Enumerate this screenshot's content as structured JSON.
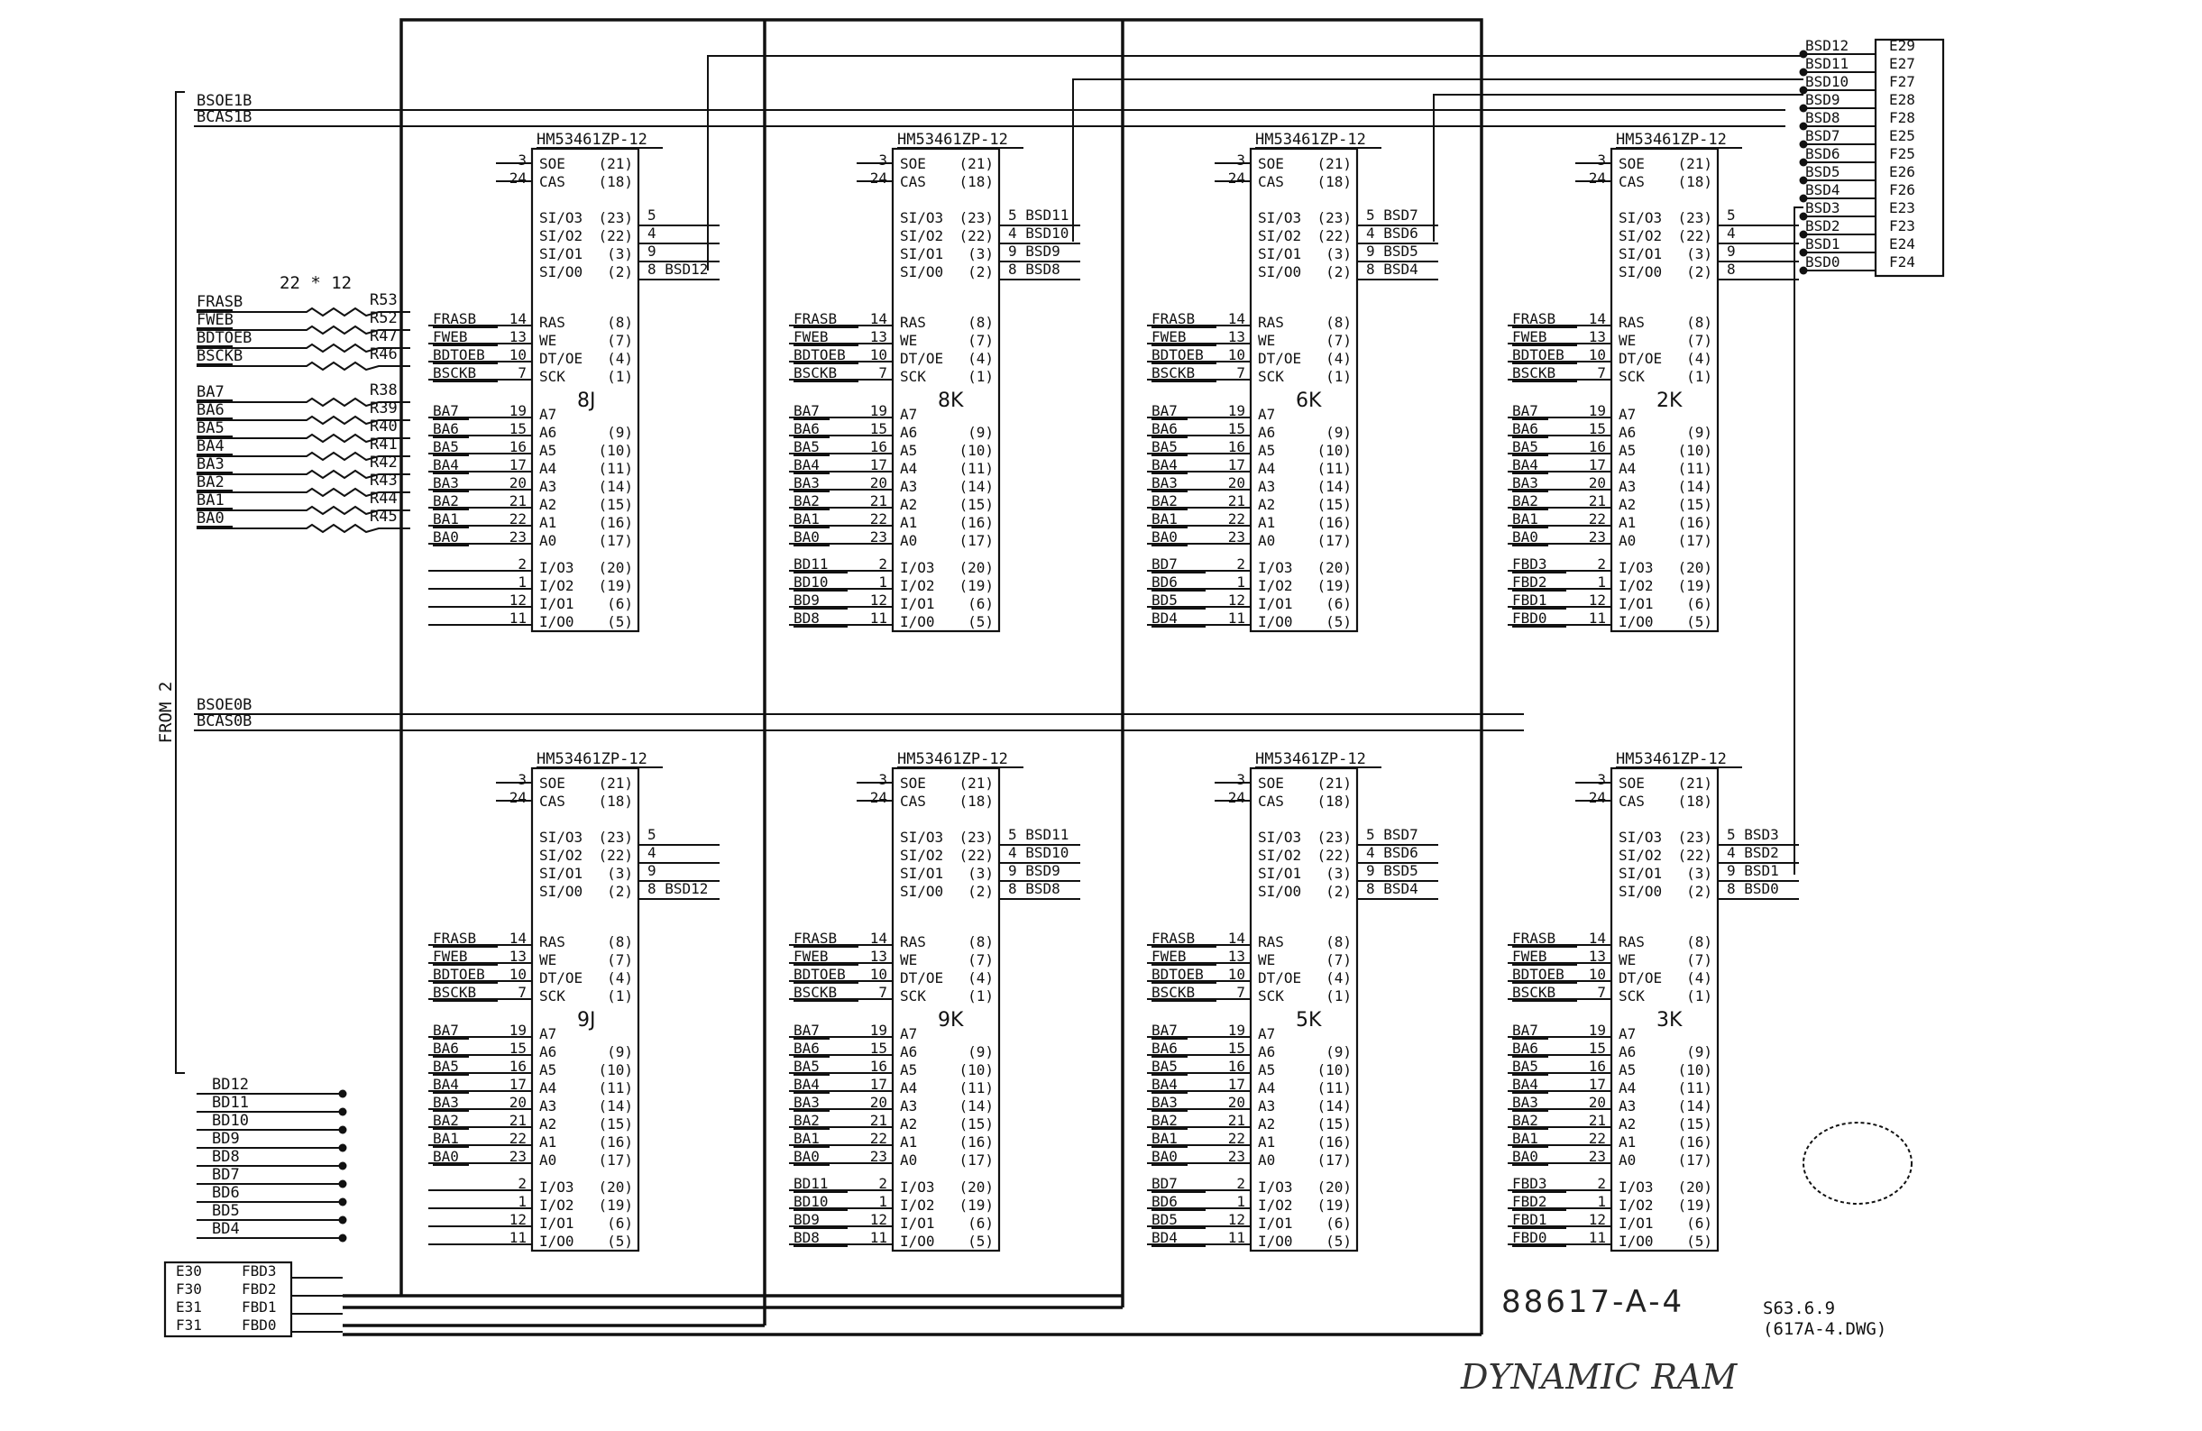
{
  "drawing": {
    "number": "88617-A-4",
    "revision": "S63.6.9",
    "file": "(617A-4.DWG)",
    "handwritten_note": "DYNAMIC RAM",
    "from_label": "FROM 2",
    "resistor_array_label": "22 * 12"
  },
  "chip_part": "HM53461ZP-12",
  "chips": [
    {
      "ref": "8J",
      "sd_pins": [
        "5",
        "4",
        "9",
        "8"
      ],
      "sd_nets": [
        "",
        "",
        "",
        "BSD12"
      ],
      "ctrl": [
        "FRASB",
        "FWEB",
        "BDTOEB",
        "BSCKB"
      ],
      "addr": [
        "BA7",
        "BA6",
        "BA5",
        "BA4",
        "BA3",
        "BA2",
        "BA1",
        "BA0"
      ],
      "io": [
        "",
        "",
        "",
        ""
      ]
    },
    {
      "ref": "8K",
      "sd_pins": [
        "5",
        "4",
        "9",
        "8"
      ],
      "sd_nets": [
        "BSD11",
        "BSD10",
        "BSD9",
        "BSD8"
      ],
      "ctrl": [
        "FRASB",
        "FWEB",
        "BDTOEB",
        "BSCKB"
      ],
      "addr": [
        "BA7",
        "BA6",
        "BA5",
        "BA4",
        "BA3",
        "BA2",
        "BA1",
        "BA0"
      ],
      "io": [
        "BD11",
        "BD10",
        "BD9",
        "BD8"
      ]
    },
    {
      "ref": "6K",
      "sd_pins": [
        "5",
        "4",
        "9",
        "8"
      ],
      "sd_nets": [
        "BSD7",
        "BSD6",
        "BSD5",
        "BSD4"
      ],
      "ctrl": [
        "FRASB",
        "FWEB",
        "BDTOEB",
        "BSCKB"
      ],
      "addr": [
        "BA7",
        "BA6",
        "BA5",
        "BA4",
        "BA3",
        "BA2",
        "BA1",
        "BA0"
      ],
      "io": [
        "BD7",
        "BD6",
        "BD5",
        "BD4"
      ]
    },
    {
      "ref": "2K",
      "sd_pins": [
        "5",
        "4",
        "9",
        "8"
      ],
      "sd_nets": [
        "",
        "",
        "",
        ""
      ],
      "ctrl": [
        "FRASB",
        "FWEB",
        "BDTOEB",
        "BSCKB"
      ],
      "addr": [
        "BA7",
        "BA6",
        "BA5",
        "BA4",
        "BA3",
        "BA2",
        "BA1",
        "BA0"
      ],
      "io": [
        "FBD3",
        "FBD2",
        "FBD1",
        "FBD0"
      ]
    },
    {
      "ref": "9J",
      "sd_pins": [
        "5",
        "4",
        "9",
        "8"
      ],
      "sd_nets": [
        "",
        "",
        "",
        "BSD12"
      ],
      "ctrl": [
        "FRASB",
        "FWEB",
        "BDTOEB",
        "BSCKB"
      ],
      "addr": [
        "BA7",
        "BA6",
        "BA5",
        "BA4",
        "BA3",
        "BA2",
        "BA1",
        "BA0"
      ],
      "io": [
        "",
        "",
        "",
        ""
      ]
    },
    {
      "ref": "9K",
      "sd_pins": [
        "5",
        "4",
        "9",
        "8"
      ],
      "sd_nets": [
        "BSD11",
        "BSD10",
        "BSD9",
        "BSD8"
      ],
      "ctrl": [
        "FRASB",
        "FWEB",
        "BDTOEB",
        "BSCKB"
      ],
      "addr": [
        "BA7",
        "BA6",
        "BA5",
        "BA4",
        "BA3",
        "BA2",
        "BA1",
        "BA0"
      ],
      "io": [
        "BD11",
        "BD10",
        "BD9",
        "BD8"
      ]
    },
    {
      "ref": "5K",
      "sd_pins": [
        "5",
        "4",
        "9",
        "8"
      ],
      "sd_nets": [
        "BSD7",
        "BSD6",
        "BSD5",
        "BSD4"
      ],
      "ctrl": [
        "FRASB",
        "FWEB",
        "BDTOEB",
        "BSCKB"
      ],
      "addr": [
        "BA7",
        "BA6",
        "BA5",
        "BA4",
        "BA3",
        "BA2",
        "BA1",
        "BA0"
      ],
      "io": [
        "BD7",
        "BD6",
        "BD5",
        "BD4"
      ]
    },
    {
      "ref": "3K",
      "sd_pins": [
        "5",
        "4",
        "9",
        "8"
      ],
      "sd_nets": [
        "BSD3",
        "BSD2",
        "BSD1",
        "BSD0"
      ],
      "ctrl": [
        "FRASB",
        "FWEB",
        "BDTOEB",
        "BSCKB"
      ],
      "addr": [
        "BA7",
        "BA6",
        "BA5",
        "BA4",
        "BA3",
        "BA2",
        "BA1",
        "BA0"
      ],
      "io": [
        "FBD3",
        "FBD2",
        "FBD1",
        "FBD0"
      ]
    }
  ],
  "pin_names": {
    "soe": "SOE",
    "cas": "CAS",
    "si": [
      "SI/O3",
      "SI/O2",
      "SI/O1",
      "SI/O0"
    ],
    "ctrl": [
      "RAS",
      "WE",
      "DT/OE",
      "SCK"
    ],
    "addr": [
      "A7",
      "A6",
      "A5",
      "A4",
      "A3",
      "A2",
      "A1",
      "A0"
    ],
    "io": [
      "I/O3",
      "I/O2",
      "I/O1",
      "I/O0"
    ]
  },
  "pin_numbers": {
    "soe": "(21)",
    "cas": "(18)",
    "si": [
      "(23)",
      "(22)",
      "(3)",
      "(2)"
    ],
    "ctrl": [
      "(8)",
      "(7)",
      "(4)",
      "(1)"
    ],
    "addr": [
      "",
      "(9)",
      "(10)",
      "(11)",
      "(14)",
      "(15)",
      "(16)",
      "(17)"
    ],
    "io": [
      "(20)",
      "(19)",
      "(6)",
      "(5)"
    ]
  },
  "ext_pins": {
    "soe": "3",
    "cas": "24",
    "ctrl": [
      "14",
      "13",
      "10",
      "7"
    ],
    "addr": [
      "19",
      "15",
      "16",
      "17",
      "20",
      "21",
      "22",
      "23"
    ],
    "io": [
      "2",
      "1",
      "12",
      "11"
    ]
  },
  "left_inputs": {
    "upper_buses": [
      "BSOE1B",
      "BCAS1B"
    ],
    "lower_buses": [
      "BSOE0B",
      "BCAS0B"
    ],
    "ctrl": [
      "FRASB",
      "FWEB",
      "BDTOEB",
      "BSCKB"
    ],
    "addr": [
      "BA7",
      "BA6",
      "BA5",
      "BA4",
      "BA3",
      "BA2",
      "BA1",
      "BA0"
    ],
    "resistors": [
      "R53",
      "R52",
      "R47",
      "R46",
      "R38",
      "R39",
      "R40",
      "R41",
      "R42",
      "R43",
      "R44",
      "R45"
    ],
    "bd": [
      "BD12",
      "BD11",
      "BD10",
      "BD9",
      "BD8",
      "BD7",
      "BD6",
      "BD5",
      "BD4"
    ]
  },
  "connector_right": {
    "nets": [
      "BSD12",
      "BSD11",
      "BSD10",
      "BSD9",
      "BSD8",
      "BSD7",
      "BSD6",
      "BSD5",
      "BSD4",
      "BSD3",
      "BSD2",
      "BSD1",
      "BSD0"
    ],
    "pins": [
      "E29",
      "E27",
      "F27",
      "E28",
      "F28",
      "E25",
      "F25",
      "E26",
      "F26",
      "E23",
      "F23",
      "E24",
      "F24"
    ]
  },
  "connector_left": {
    "pins": [
      "E30",
      "F30",
      "E31",
      "F31"
    ],
    "nets": [
      "FBD3",
      "FBD2",
      "FBD1",
      "FBD0"
    ]
  }
}
